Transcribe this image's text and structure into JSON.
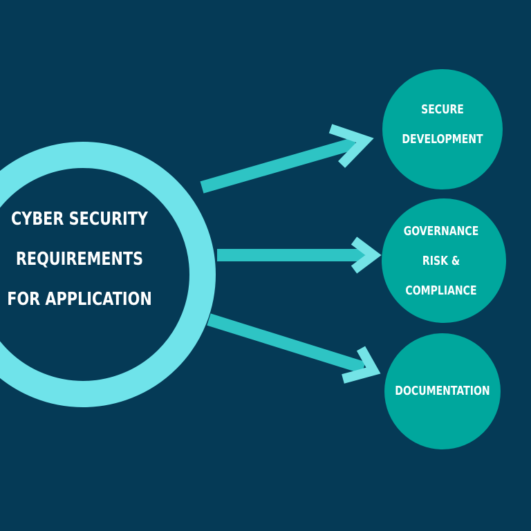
{
  "hub": {
    "lines": [
      "CYBER SECURITY",
      "REQUIREMENTS",
      "FOR APPLICATION"
    ]
  },
  "satellites": [
    {
      "lines": [
        "SECURE",
        "DEVELOPMENT"
      ]
    },
    {
      "lines": [
        "GOVERNANCE",
        "RISK &",
        "COMPLIANCE"
      ]
    },
    {
      "lines": [
        "DOCUMENTATION"
      ]
    }
  ],
  "colors": {
    "background": "#053a56",
    "hub_ring": "#6fe3ea",
    "satellite_fill": "#00a79d",
    "arrow": "#2ec4c4",
    "arrow_head": "#74e3e6",
    "text": "#ffffff"
  }
}
